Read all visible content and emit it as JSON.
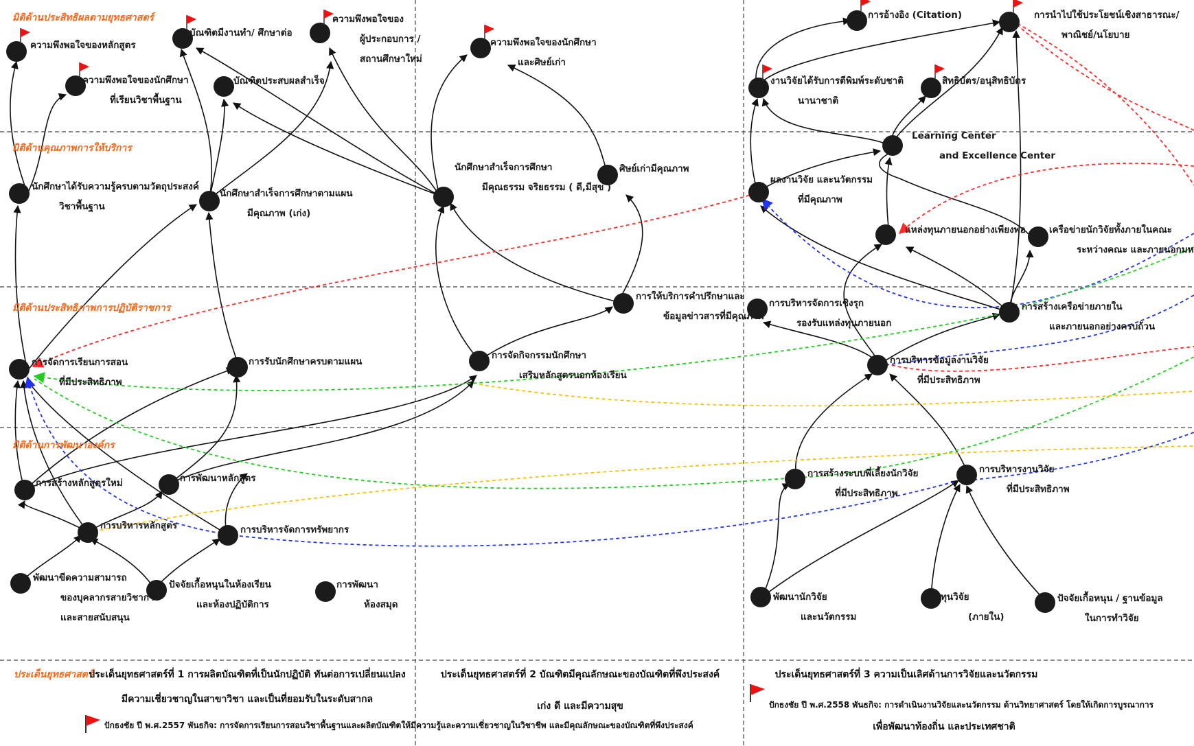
{
  "colors": {
    "orange": "#f26b1d",
    "red": "#ff2a2a",
    "blue": "#2233ee",
    "green": "#22cc22",
    "yellow": "#f4c20d"
  },
  "dimensions": [
    {
      "id": "d1",
      "text": "มิติด้านประสิทธิผลตามยุทธศาสตร์"
    },
    {
      "id": "d2",
      "text": "มิติด้านคุณภาพการให้บริการ"
    },
    {
      "id": "d3",
      "text": "มิติด้านประสิทธิภาพการปฏิบัติราชการ"
    },
    {
      "id": "d4",
      "text": "มิติด้านการพัฒนาองค์กร"
    }
  ],
  "nodes": [
    {
      "id": "n1",
      "label": [
        "ความพึงพอใจของหลักสูตร"
      ],
      "flag": true
    },
    {
      "id": "n2",
      "label": [
        "ความพึงพอใจของนักศึกษา",
        "ที่เรียนวิชาพื้นฐาน"
      ],
      "flag": true
    },
    {
      "id": "n3",
      "label": [
        "บัณฑิตมีงานทำ/ ศึกษาต่อ"
      ],
      "flag": true
    },
    {
      "id": "n4",
      "label": [
        "บัณฑิตประสบผลสำเร็จ"
      ],
      "flag": false
    },
    {
      "id": "n5",
      "label": [
        "ความพึงพอใจของ",
        "ผู้ประกอบการ /",
        "สถานศึกษาใหม่"
      ],
      "flag": true
    },
    {
      "id": "n6",
      "label": [
        "ความพึงพอใจของนักศึกษา",
        "และศิษย์เก่า"
      ],
      "flag": true
    },
    {
      "id": "n7",
      "label": [
        "นักศึกษาได้รับความรู้ครบตามวัตถุประสงค์",
        "วิชาพื้นฐาน"
      ],
      "flag": false
    },
    {
      "id": "n8",
      "label": [
        "นักศึกษาสำเร็จการศึกษาตามแผน",
        "มีคุณภาพ (เก่ง)"
      ],
      "flag": false
    },
    {
      "id": "n9",
      "label": [
        "นักศึกษาสำเร็จการศึกษา",
        "มีคุณธรรม จริยธรรม ( ดี,มีสุข )"
      ],
      "flag": false
    },
    {
      "id": "n10",
      "label": [
        "ศิษย์เก่ามีคุณภาพ"
      ],
      "flag": false
    },
    {
      "id": "n11",
      "label": [
        "การให้บริการคำปรึกษาและ",
        "ข้อมูลข่าวสารที่มีคุณภาพ"
      ],
      "flag": false
    },
    {
      "id": "n12",
      "label": [
        "การจัดการเรียนการสอน",
        "ที่มีประสิทธิภาพ"
      ],
      "flag": false
    },
    {
      "id": "n13",
      "label": [
        "การรับนักศึกษาครบตามแผน"
      ],
      "flag": false
    },
    {
      "id": "n14",
      "label": [
        "การจัดกิจกรรมนักศึกษา",
        "เสริมหลักสูตรนอกห้องเรียน"
      ],
      "flag": false
    },
    {
      "id": "n15",
      "label": [
        "การสร้างหลักสูตรใหม่"
      ],
      "flag": false
    },
    {
      "id": "n16",
      "label": [
        "การพัฒนาหลักสูตร"
      ],
      "flag": false
    },
    {
      "id": "n17",
      "label": [
        "การบริหารหลักสูตร"
      ],
      "flag": false
    },
    {
      "id": "n18",
      "label": [
        "การบริหารจัดการทรัพยากร"
      ],
      "flag": false
    },
    {
      "id": "n19",
      "label": [
        "พัฒนาขีดความสามารถ",
        "ของบุคลากรสายวิชาการ",
        "และสายสนับสนุน"
      ],
      "flag": false
    },
    {
      "id": "n20",
      "label": [
        "ปัจจัยเกื้อหนุนในห้องเรียน",
        "และห้องปฏิบัติการ"
      ],
      "flag": false
    },
    {
      "id": "n21",
      "label": [
        "การพัฒนา",
        "ห้องสมุด"
      ],
      "flag": false
    },
    {
      "id": "n22",
      "label": [
        "การอ้างอิง (Citation)"
      ],
      "flag": true
    },
    {
      "id": "n23",
      "label": [
        "การนำไปใช้ประโยชน์เชิงสาธารณะ/",
        "พาณิชย์/นโยบาย"
      ],
      "flag": true
    },
    {
      "id": "n24",
      "label": [
        "งานวิจัยได้รับการตีพิมพ์ระดับชาติ",
        "นานาชาติ"
      ],
      "flag": true
    },
    {
      "id": "n25",
      "label": [
        "สิทธิบัตร/อนุสิทธิบัตร"
      ],
      "flag": true
    },
    {
      "id": "n26",
      "label": [
        "Learning Center",
        "and Excellence Center"
      ],
      "flag": false
    },
    {
      "id": "n27",
      "label": [
        "ผลงานวิจัย และนวัตกรรม",
        "ที่มีคุณภาพ"
      ],
      "flag": false
    },
    {
      "id": "n28",
      "label": [
        "แหล่งทุนภายนอกอย่างเพียงพอ"
      ],
      "flag": false
    },
    {
      "id": "n29",
      "label": [
        "เครือข่ายนักวิจัยทั้งภายในคณะ",
        "ระหว่างคณะ และภายนอกมหาวิทยาลัย"
      ],
      "flag": false
    },
    {
      "id": "n30",
      "label": [
        "การบริหารจัดการเชิงรุก",
        "รองรับแหล่งทุนภายนอก"
      ],
      "flag": false
    },
    {
      "id": "n31",
      "label": [
        "การสร้างเครือข่ายภายใน",
        "และภายนอกอย่างครบถ้วน"
      ],
      "flag": false
    },
    {
      "id": "n32",
      "label": [
        "การบริหารข้อมูลงานวิจัย",
        "ที่มีประสิทธิภาพ"
      ],
      "flag": false
    },
    {
      "id": "n33",
      "label": [
        "การสร้างระบบพี่เลี้ยงนักวิจัย",
        "ที่มีประสิทธิภาพ"
      ],
      "flag": false
    },
    {
      "id": "n34",
      "label": [
        "การบริหารงานวิจัย",
        "ที่มีประสิทธิภาพ"
      ],
      "flag": false
    },
    {
      "id": "n35",
      "label": [
        "พัฒนานักวิจัย",
        "และนวัตกรรม"
      ],
      "flag": false
    },
    {
      "id": "n36",
      "label": [
        "ทุนวิจัย",
        "(ภายใน)"
      ],
      "flag": false
    },
    {
      "id": "n37",
      "label": [
        "ปัจจัยเกื้อหนุน / ฐานข้อมูล",
        "ในการทำวิจัย"
      ],
      "flag": false
    }
  ],
  "footer": {
    "heading": "ประเด็นยุทธศาสตร์",
    "s1_line1": "ประเด็นยุทธศาสตร์ที่ 1 การผลิตบัณฑิตที่เป็นนักปฏิบัติ ทันต่อการเปลี่ยนแปลง",
    "s1_line2": "มีความเชี่ยวชาญในสาขาวิชา และเป็นที่ยอมรับในระดับสากล",
    "s1_flag": "ปักธงชัย ปี พ.ศ.2557 พันธกิจ:  การจัดการเรียนการสอนวิชาพื้นฐานและผลิตบัณฑิตให้มีความรู้และความเชี่ยวชาญในวิชาชีพ และมีคุณลักษณะของบัณฑิตที่พึงประสงค์",
    "s2_line1": "ประเด็นยุทธศาสตร์ที่ 2 บัณฑิตมีคุณลักษณะของบัณฑิตที่พึงประสงค์",
    "s2_line2": "เก่ง ดี และมีความสุข",
    "s3_line1": "ประเด็นยุทธศาสตร์ที่ 3 ความเป็นเลิศด้านการวิจัยและนวัตกรรม",
    "s3_flag": "ปักธงชัย ปี พ.ศ.2558 พันธกิจ:  การดำเนินงานวิจัยและนวัตกรรม ด้านวิทยาศาสตร์ โดยให้เกิดการบูรณาการ",
    "s3_line3": "เพื่อพัฒนาท้องถิ่น และประเทศชาติ"
  }
}
